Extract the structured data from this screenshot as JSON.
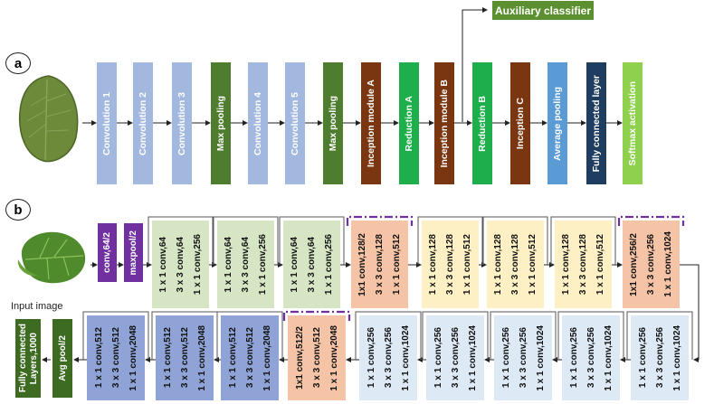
{
  "panel_a": {
    "label": "a",
    "auxiliary": "Auxiliary classifier",
    "layers": [
      {
        "label": "Convolution 1",
        "color": "#a3b8df"
      },
      {
        "label": "Convolution 2",
        "color": "#a3b8df"
      },
      {
        "label": "Convolution 3",
        "color": "#a3b8df"
      },
      {
        "label": "Max pooling",
        "color": "#4e7d2f"
      },
      {
        "label": "Convolution 4",
        "color": "#a3b8df"
      },
      {
        "label": "Convolution 5",
        "color": "#a3b8df"
      },
      {
        "label": "Max pooling",
        "color": "#4e7d2f"
      },
      {
        "label": "Inception module A",
        "color": "#7a3610"
      },
      {
        "label": "Reduction A",
        "color": "#1fae4c"
      },
      {
        "label": "Inception module B",
        "color": "#7a3610"
      },
      {
        "label": "Reduction B",
        "color": "#1fae4c"
      },
      {
        "label": "Inception C",
        "color": "#7a3610"
      },
      {
        "label": "Average pooling",
        "color": "#5b9bd5"
      },
      {
        "label": "Fully connected layer",
        "color": "#1f3e5f"
      },
      {
        "label": "Softmax activation",
        "color": "#8fd14f"
      }
    ]
  },
  "panel_b": {
    "label": "b",
    "input_caption": "Input image",
    "stem": [
      {
        "label": "conv,64/2",
        "color": "#7030a0"
      },
      {
        "label": "maxpool/2",
        "color": "#7030a0"
      }
    ],
    "row1_blocks": [
      {
        "style": "green",
        "lines": [
          "1 x 1 conv,64",
          "3 x 3 conv,64",
          "1 x 1 conv,256"
        ]
      },
      {
        "style": "green",
        "lines": [
          "1 x 1 conv,64",
          "3 x 3 conv,64",
          "1 x 1 conv,256"
        ]
      },
      {
        "style": "green",
        "lines": [
          "1 x 1 conv,64",
          "3 x 3 conv,64",
          "1 x 1 conv,256"
        ]
      },
      {
        "style": "orange",
        "lines": [
          "1x1 conv,128/2",
          "3 x 3 conv,128",
          "1 x 1 conv,512"
        ]
      },
      {
        "style": "yellow",
        "lines": [
          "1 x 1 conv,128",
          "3 x 3 conv,128",
          "1 x 1 conv,512"
        ]
      },
      {
        "style": "yellow",
        "lines": [
          "1 x 1 conv,128",
          "3 x 3 conv,128",
          "1 x 1 conv,512"
        ]
      },
      {
        "style": "yellow",
        "lines": [
          "1 x 1 conv,128",
          "3 x 3 conv,128",
          "1 x 1 conv,512"
        ]
      },
      {
        "style": "orange",
        "lines": [
          "1x1 conv,256/2",
          "3 x 3 conv,256",
          "1 x 1 conv,1024"
        ]
      }
    ],
    "row2_blocks": [
      {
        "style": "blue",
        "lines": [
          "1 x 1 conv,512",
          "3 x 3 conv,512",
          "1 x 1 conv,2048"
        ]
      },
      {
        "style": "blue",
        "lines": [
          "1 x 1 conv,512",
          "3 x 3 conv,512",
          "1 x 1 conv,2048"
        ]
      },
      {
        "style": "blue",
        "lines": [
          "1 x 1 conv,512",
          "3 x 3 conv,512",
          "1 x 1 conv,2048"
        ]
      },
      {
        "style": "orange",
        "lines": [
          "1x1 conv,512/2",
          "3 x 3 conv,512",
          "1 x 1 conv,2048"
        ]
      },
      {
        "style": "lblue",
        "lines": [
          "1 x 1 conv,256",
          "3 x 3 conv,256",
          "1 x 1 conv,1024"
        ]
      },
      {
        "style": "lblue",
        "lines": [
          "1 x 1 conv,256",
          "3 x 3 conv,256",
          "1 x 1 conv,1024"
        ]
      },
      {
        "style": "lblue",
        "lines": [
          "1 x 1 conv,256",
          "3 x 3 conv,256",
          "1 x 1 conv,1024"
        ]
      },
      {
        "style": "lblue",
        "lines": [
          "1 x 1 conv,256",
          "3 x 3 conv,256",
          "1 x 1 conv,1024"
        ]
      },
      {
        "style": "lblue",
        "lines": [
          "1 x 1 conv,256",
          "3 x 3 conv,256",
          "1 x 1 conv,1024"
        ]
      }
    ],
    "head": [
      {
        "lines": [
          "Fully connected",
          "Layers,1000"
        ],
        "color": "#3d6b22"
      },
      {
        "lines": [
          "Avg pool/2"
        ],
        "color": "#3d6b22"
      }
    ]
  }
}
